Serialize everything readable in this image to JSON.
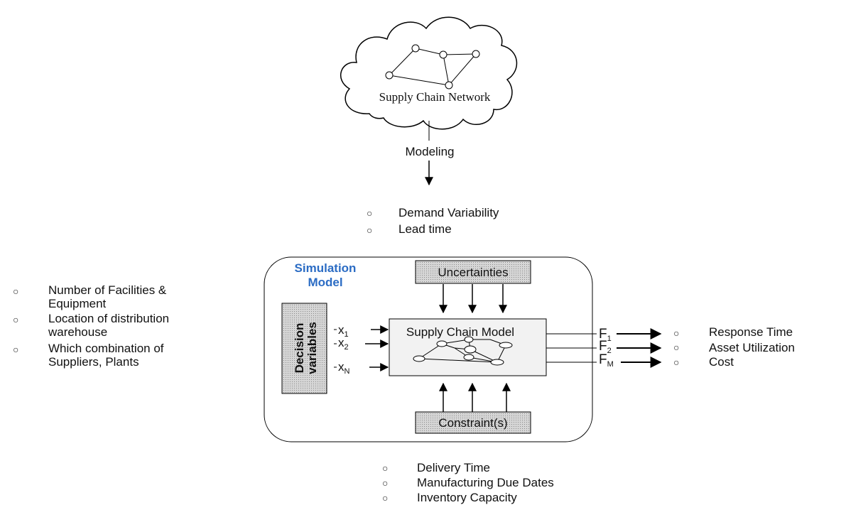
{
  "cloud": {
    "label": "Supply Chain Network"
  },
  "modeling_label": "Modeling",
  "uncertainty_factors": [
    "Demand Variability",
    "Lead time"
  ],
  "decision_factors": [
    [
      "Number of Facilities &",
      "Equipment"
    ],
    [
      "Location of distribution",
      "warehouse"
    ],
    [
      "Which combination of",
      "Suppliers, Plants"
    ]
  ],
  "simulation_model": {
    "title_line1": "Simulation",
    "title_line2": "Model",
    "uncertainties_box": "Uncertainties",
    "constraints_box": "Constraint(s)",
    "decision_box_line1": "Decision",
    "decision_box_line2": "variables",
    "center_box": "Supply Chain Model",
    "inputs": [
      {
        "base": "x",
        "sub": "1"
      },
      {
        "base": "x",
        "sub": "2"
      },
      {
        "base": "x",
        "sub": "N"
      }
    ],
    "outputs": [
      {
        "base": "F",
        "sub": "1"
      },
      {
        "base": "F",
        "sub": "2"
      },
      {
        "base": "F",
        "sub": "M"
      }
    ]
  },
  "performance_measures": [
    "Response Time",
    "Asset Utilization",
    "Cost"
  ],
  "constraint_factors": [
    "Delivery Time",
    "Manufacturing Due Dates",
    "Inventory Capacity"
  ]
}
